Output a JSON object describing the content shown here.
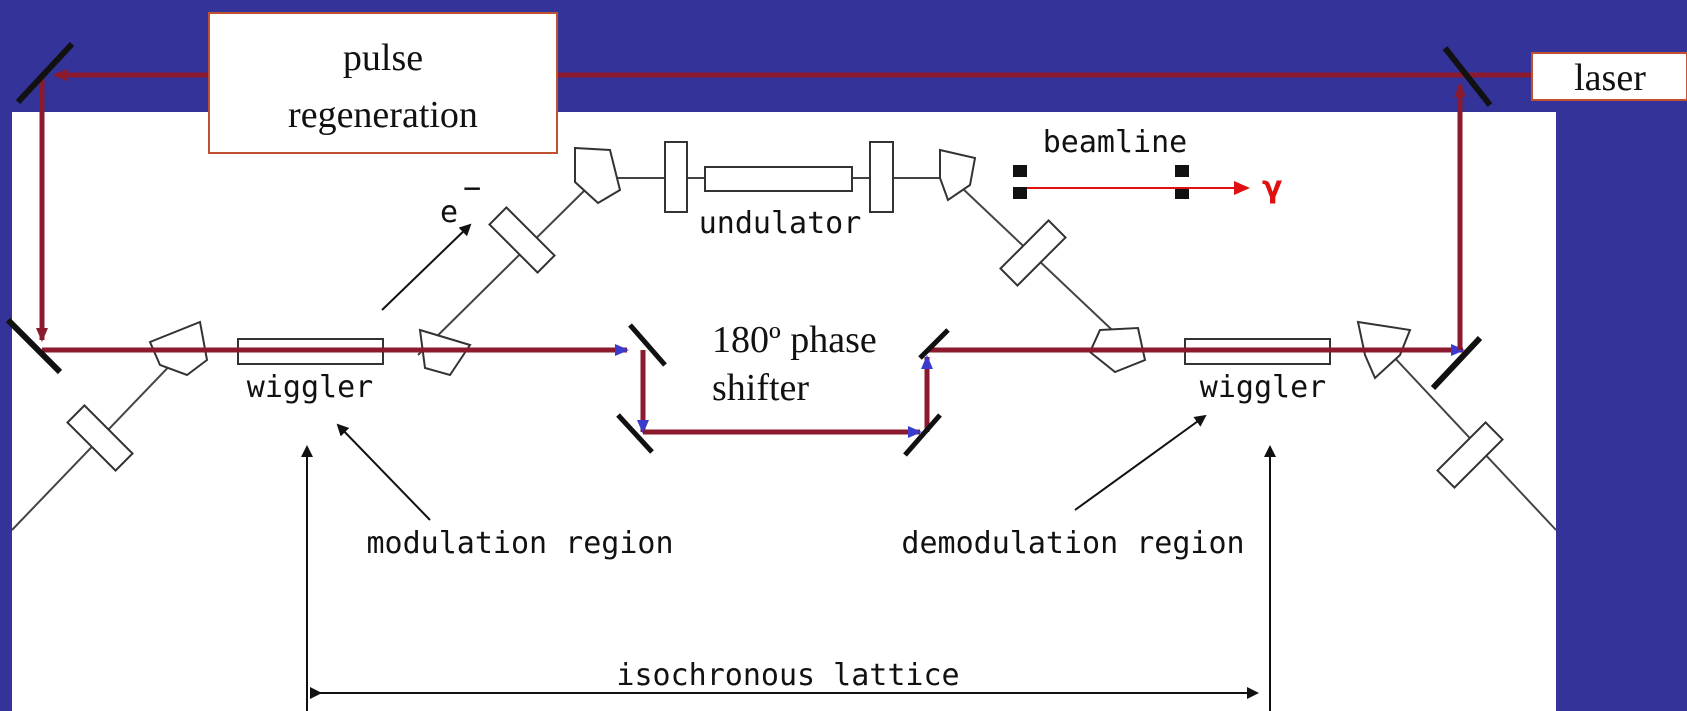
{
  "labels": {
    "pulse_regeneration_line1": "pulse",
    "pulse_regeneration_line2": "regeneration",
    "laser": "laser",
    "beamline": "beamline",
    "gamma": "γ",
    "electron": "e",
    "electron_sup": "−",
    "undulator": "undulator",
    "wiggler_left": "wiggler",
    "wiggler_right": "wiggler",
    "phase_shifter_line1": "180º phase",
    "phase_shifter_line2": "shifter",
    "modulation_region": "modulation region",
    "demodulation_region": "demodulation region",
    "isochronous_lattice": "isochronous lattice"
  },
  "colors": {
    "background": "#333399",
    "panel": "#ffffff",
    "laser_beam": "#8b1a2e",
    "gamma_beam": "#e01010",
    "arrowhead_blue": "#3a3acc"
  }
}
